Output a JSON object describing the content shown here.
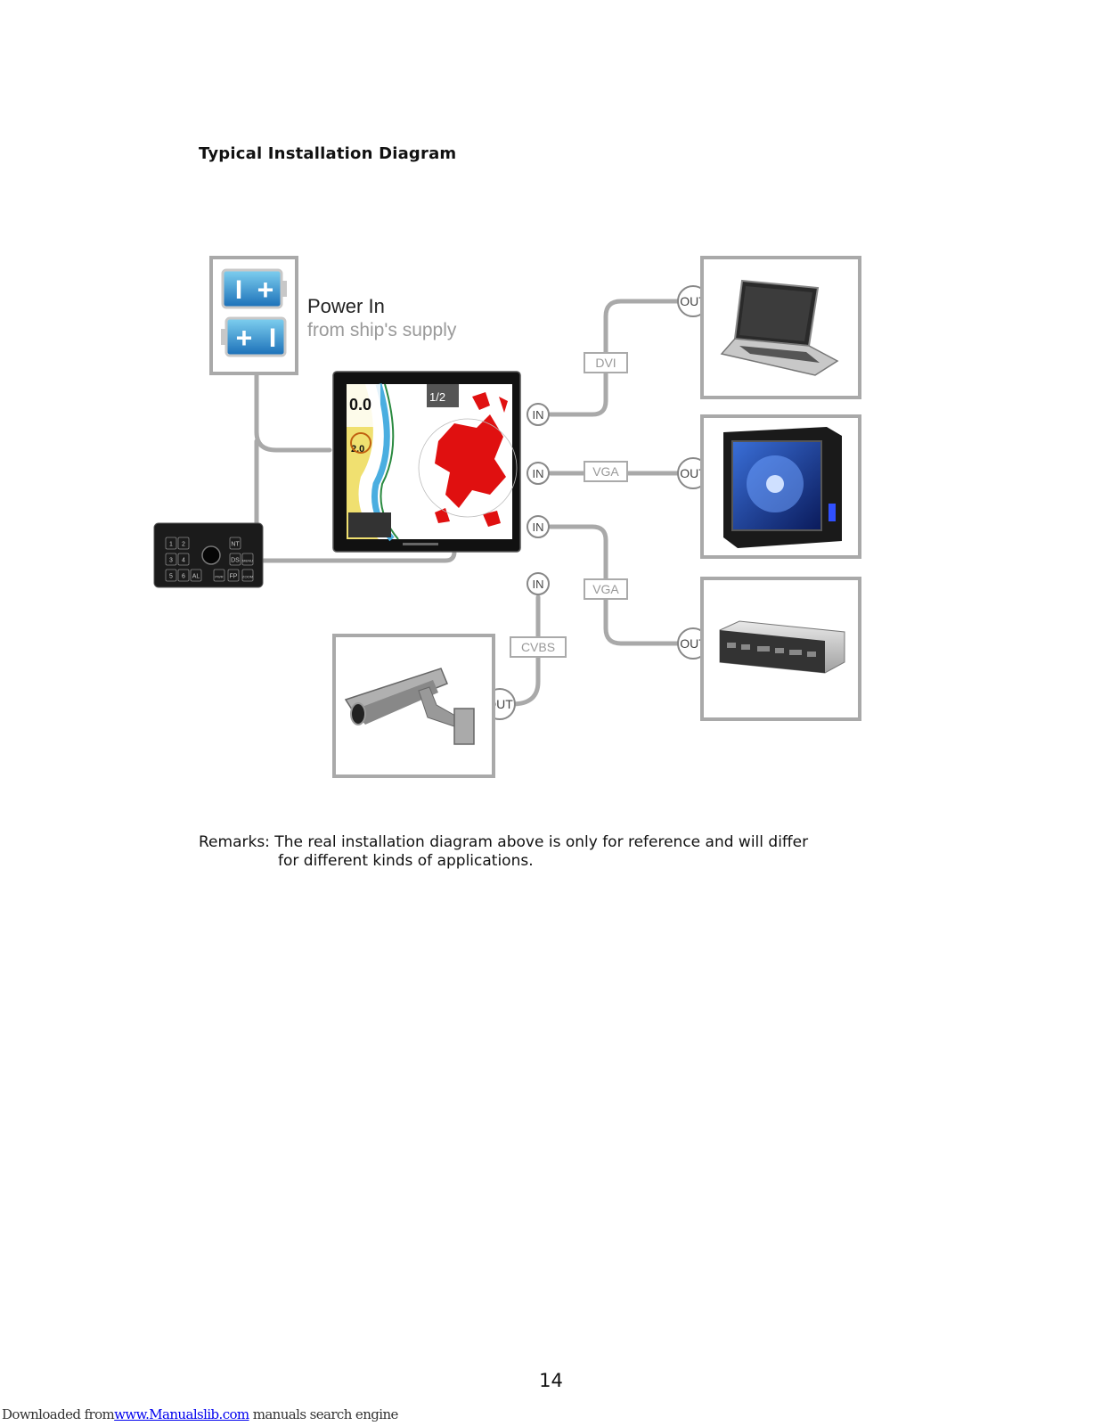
{
  "heading": "Typical Installation Diagram",
  "diagram": {
    "power_title": "Power In",
    "power_subtitle": "from ship's supply",
    "port_in": "IN",
    "port_out": "OUT",
    "labels": {
      "dvi": "DVI",
      "vga_top": "VGA",
      "vga_bottom": "VGA",
      "cvbs": "CVBS"
    },
    "display_readouts": {
      "speed": "0.0",
      "depth": "2.0",
      "range": "1/2"
    },
    "battery_symbols": {
      "minus": "I",
      "plus": "+"
    },
    "keypad_keys": [
      "1",
      "2",
      "3",
      "4",
      "5",
      "6",
      "AL",
      "NT",
      "DS",
      "MENU",
      "PWR",
      "FP",
      "ZOOM"
    ]
  },
  "remarks": {
    "line1": "Remarks: The real installation diagram above is only for reference and will differ",
    "line2": "for different kinds of applications."
  },
  "page_number": "14",
  "footer": {
    "prefix": "Downloaded from",
    "link": "www.Manualslib.com",
    "suffix": " manuals search engine"
  }
}
